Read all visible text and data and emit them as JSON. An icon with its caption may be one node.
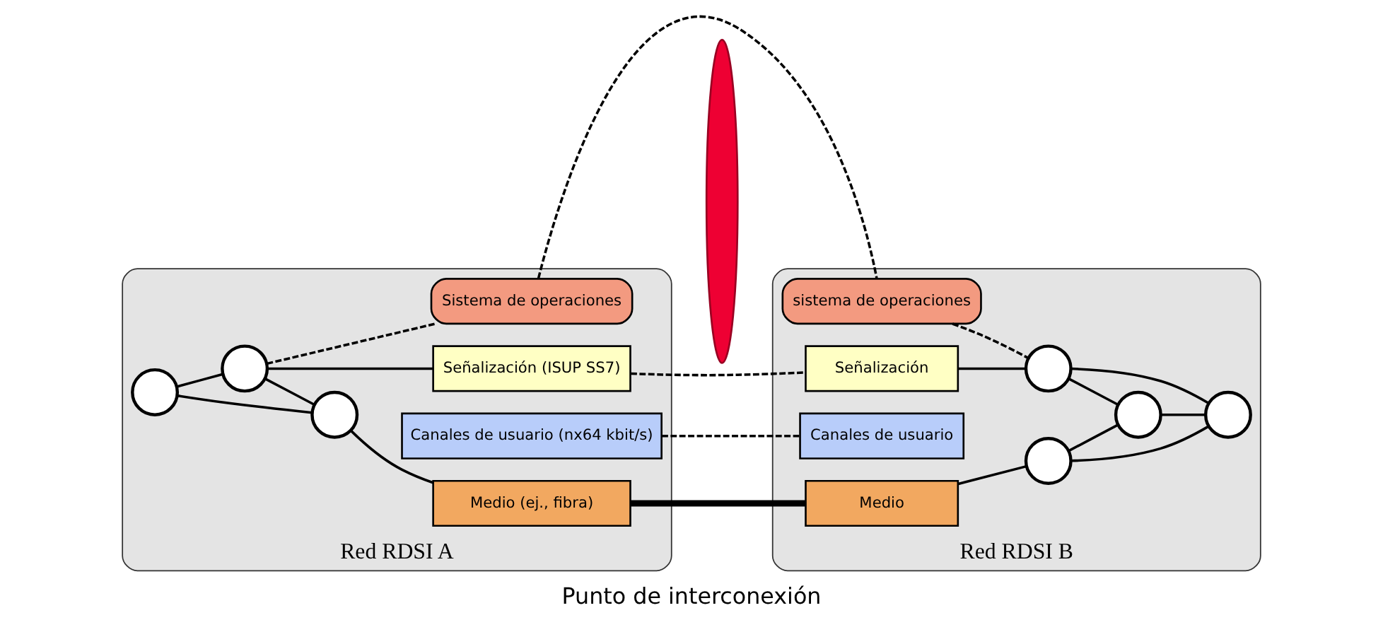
{
  "diagram": {
    "title": "Punto de interconexión",
    "nodes": [
      {
        "text": [
          "Red RDSI A"
        ]
      },
      {
        "text": [
          "Sistema de operaciones"
        ],
        "in": 0
      },
      {
        "text": [],
        "shape": "circle",
        "in": 0
      },
      {
        "text": [
          "Señalización (ISUP SS7)"
        ],
        "in": 0
      },
      {
        "text": [
          "Canales de usuario (nx64 kbit/s)"
        ],
        "in": 0
      },
      {
        "text": [],
        "shape": "circle",
        "in": 0
      },
      {
        "text": [],
        "shape": "circle",
        "in": 0
      },
      {
        "text": [
          "Medio (ej., fibra)"
        ],
        "in": 0
      },
      {
        "text": [],
        "shape": "ellipse"
      },
      {
        "text": [
          "Red RDSI B"
        ]
      },
      {
        "text": [
          "sistema de operaciones"
        ],
        "in": 9
      },
      {
        "text": [
          "Señalización"
        ],
        "in": 9
      },
      {
        "text": [
          "Canales de usuario"
        ],
        "in": 9
      },
      {
        "text": [
          "Medio"
        ],
        "in": 9
      },
      {
        "text": [],
        "shape": "circle",
        "in": 9
      },
      {
        "text": [],
        "shape": "circle",
        "in": 9
      },
      {
        "text": [],
        "shape": "circle",
        "in": 9
      },
      {
        "text": [],
        "shape": "circle",
        "in": 9
      }
    ],
    "edges": [
      {
        "from": 2,
        "to": 1,
        "arrow": "none",
        "style": "dashed"
      },
      {
        "from": 1,
        "to": 10,
        "arrow": "none",
        "style": "dashed"
      },
      {
        "from": 2,
        "to": 3,
        "arrow": "none"
      },
      {
        "from": 5,
        "to": 2,
        "arrow": "none"
      },
      {
        "from": 2,
        "to": 6,
        "arrow": "none"
      },
      {
        "from": 5,
        "to": 6,
        "arrow": "none"
      },
      {
        "from": 6,
        "to": 7,
        "arrow": "none"
      },
      {
        "from": 3,
        "to": 11,
        "arrow": "none",
        "style": "dashed"
      },
      {
        "from": 4,
        "to": 12,
        "arrow": "none",
        "style": "dashed"
      },
      {
        "from": 7,
        "to": 13,
        "arrow": "none",
        "style": "thick"
      },
      {
        "from": 10,
        "to": 14,
        "arrow": "none",
        "style": "dashed"
      },
      {
        "from": 11,
        "to": 14,
        "arrow": "none"
      },
      {
        "from": 13,
        "to": 17,
        "arrow": "none"
      },
      {
        "from": 14,
        "to": 15,
        "arrow": "none"
      },
      {
        "from": 14,
        "to": 16,
        "arrow": "none"
      },
      {
        "from": 17,
        "to": 15,
        "arrow": "none"
      },
      {
        "from": 15,
        "to": 16,
        "arrow": "none"
      },
      {
        "from": 17,
        "to": 16,
        "arrow": "none"
      }
    ]
  }
}
